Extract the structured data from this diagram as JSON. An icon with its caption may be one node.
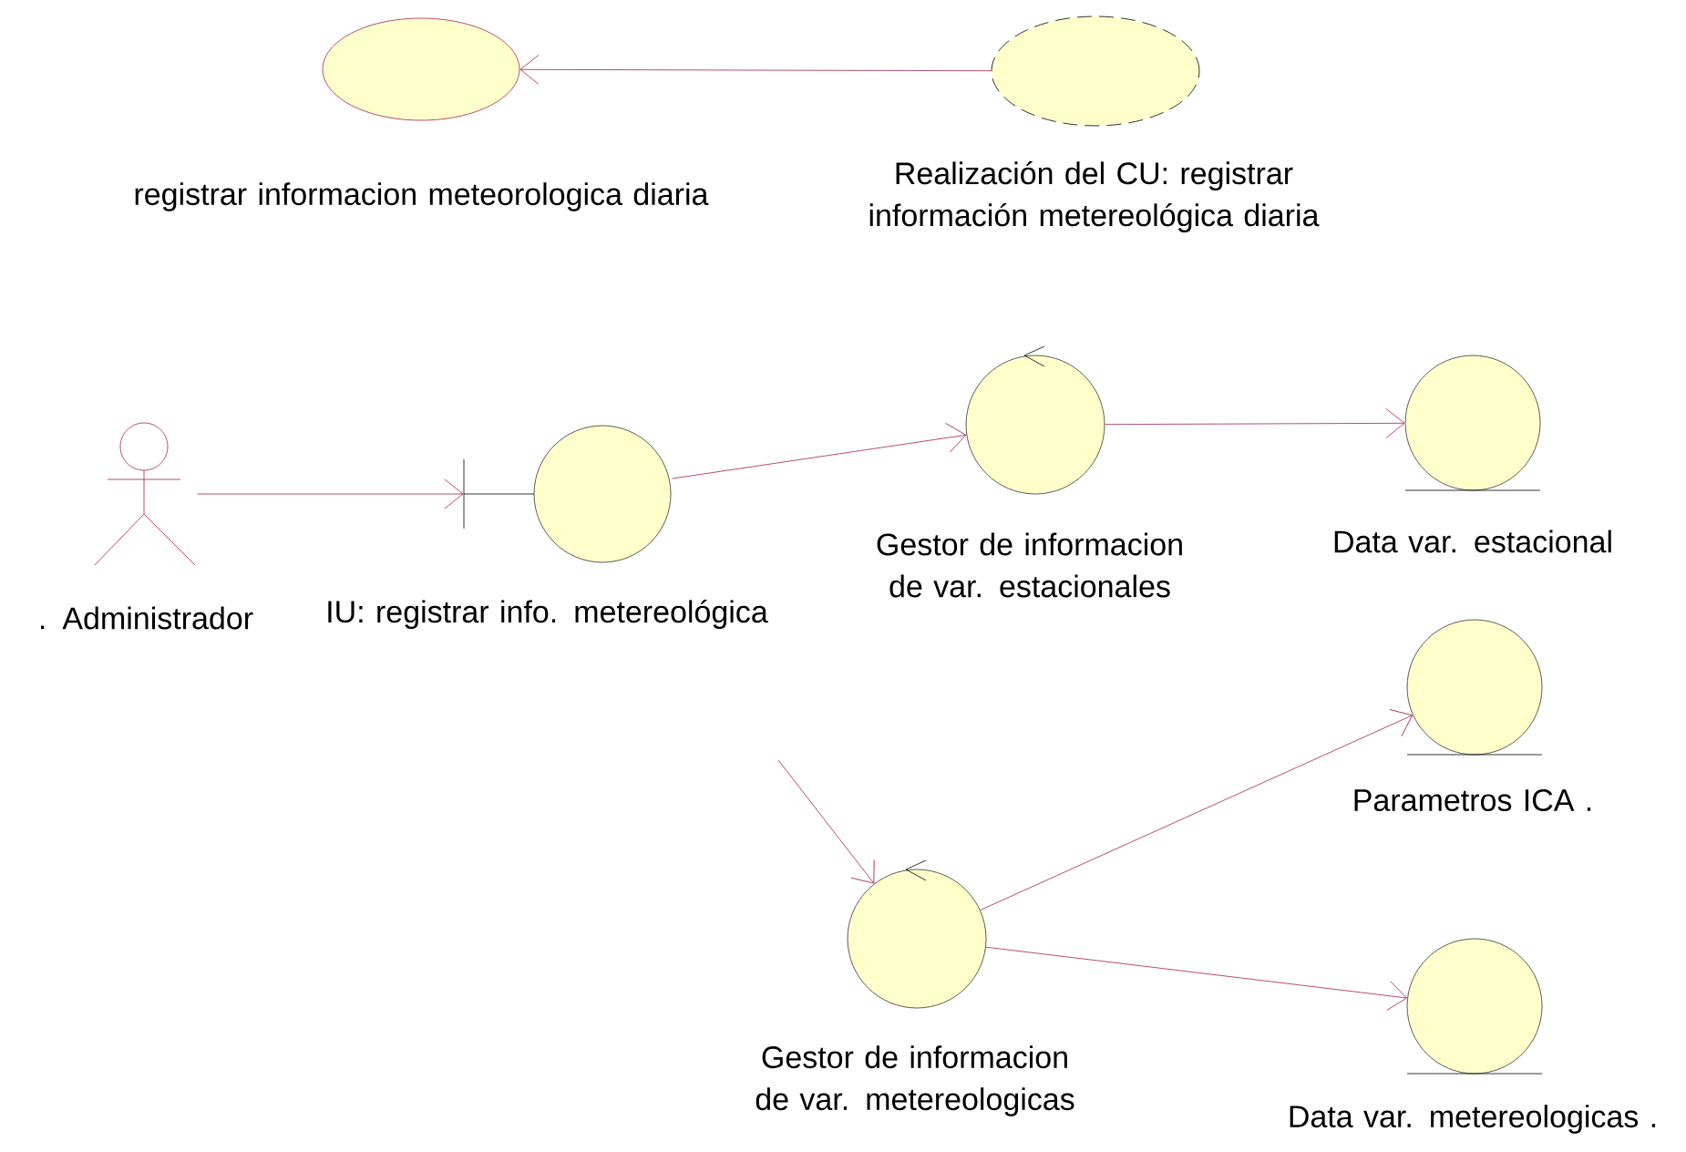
{
  "diagram": {
    "nodes": [
      {
        "text": [
          "registrar informacion meteorologica diaria"
        ]
      },
      {
        "text": [
          "Realización del CU: registrar información metereológica diaria"
        ]
      },
      {
        "text": [
          ". Administrador"
        ]
      },
      {
        "text": [
          "IU: registrar info. metereológica"
        ]
      },
      {
        "text": [
          "Gestor de informacion de var. estacionales"
        ]
      },
      {
        "text": [
          "Data var. estacional"
        ]
      },
      {
        "text": [
          "Parametros ICA  ."
        ]
      },
      {
        "text": [
          "Gestor de informacion de var. metereologicas"
        ]
      },
      {
        "text": [
          "Data var. metereologicas ."
        ]
      }
    ],
    "edges": [
      {
        "from": 1,
        "to": 0,
        "arrow": "to"
      },
      {
        "from": 2,
        "to": 3,
        "arrow": "to"
      },
      {
        "from": 3,
        "to": 4,
        "arrow": "to"
      },
      {
        "from": 4,
        "to": 5,
        "arrow": "to"
      },
      {
        "from": null,
        "to": 7,
        "arrow": "to"
      },
      {
        "from": 7,
        "to": 6,
        "arrow": "to"
      },
      {
        "from": 7,
        "to": 8,
        "arrow": "to"
      }
    ]
  }
}
